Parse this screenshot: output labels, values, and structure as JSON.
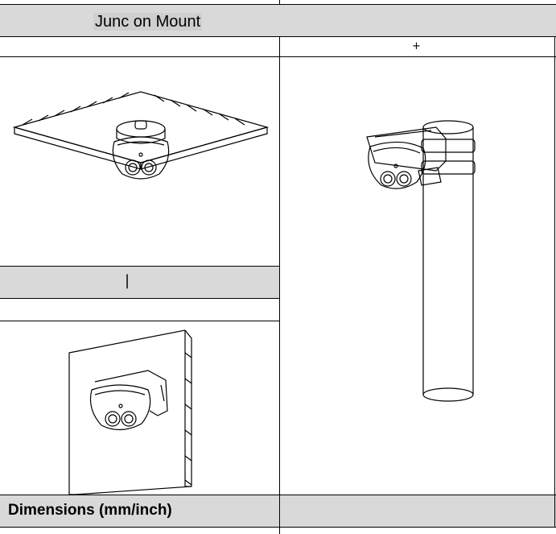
{
  "header": {
    "title": "Junc on Mount"
  },
  "pole_column": {
    "marker": "+"
  },
  "wall_section": {
    "marker": "|"
  },
  "footer": {
    "title": "Dimensions (mm/inch)"
  },
  "colors": {
    "section_fill": "#d9d9d9",
    "line": "#000000"
  },
  "icons": [
    "ceiling-mount-illustration",
    "pole-mount-illustration",
    "wall-mount-illustration"
  ]
}
